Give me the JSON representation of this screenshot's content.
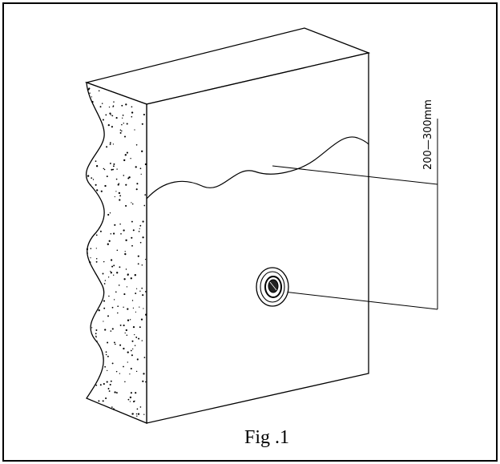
{
  "diagram": {
    "dimension_label": "200—300mm",
    "caption": "Fig .1",
    "components": {
      "wall_block": "wall-block",
      "cut_section": "cut-section-concrete",
      "water_line": "water-surface-line",
      "nozzle": "wall-nozzle-fitting"
    },
    "icons": {
      "nozzle_icon": "nozzle-icon"
    },
    "colors": {
      "stroke": "#000000",
      "background": "#ffffff"
    }
  }
}
